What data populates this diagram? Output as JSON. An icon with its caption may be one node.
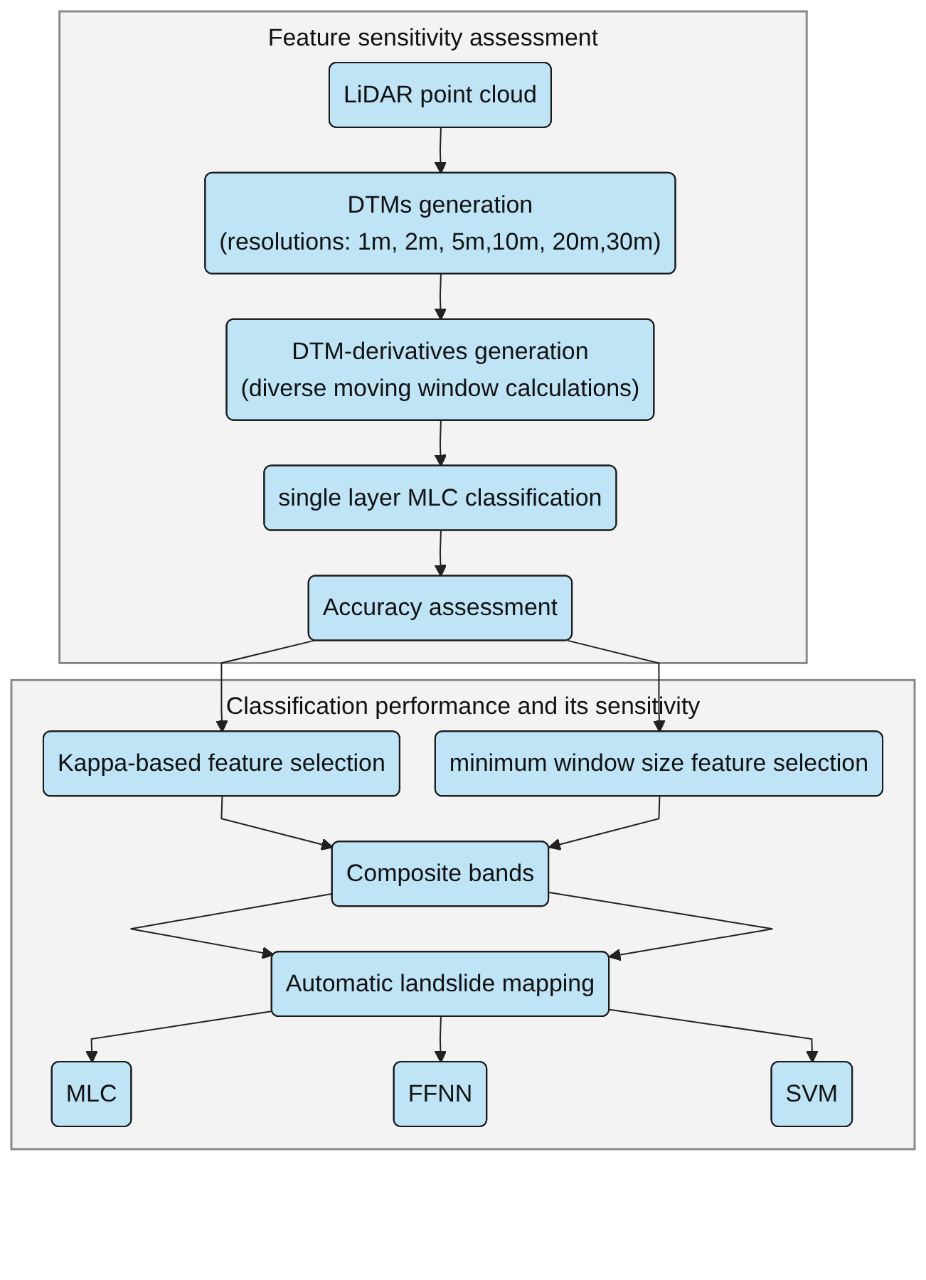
{
  "diagram": {
    "nodes": [
      {
        "text": [
          "Feature sensitivity assessment"
        ]
      },
      {
        "text": [
          "LiDAR point cloud"
        ],
        "in": 0
      },
      {
        "text": [
          "DTMs generation",
          "(resolutions: 1m, 2m, 5m,10m, 20m,30m)"
        ],
        "in": 0
      },
      {
        "text": [
          "DTM-derivatives generation",
          "(diverse moving window calculations)"
        ],
        "in": 0
      },
      {
        "text": [
          "single layer MLC classification"
        ],
        "in": 0
      },
      {
        "text": [
          "Accuracy assessment"
        ],
        "in": 0
      },
      {
        "text": [
          "Classification performance and its sensitivity"
        ]
      },
      {
        "text": [
          "Kappa-based feature selection"
        ],
        "in": 6
      },
      {
        "text": [
          "minimum window size feature selection"
        ],
        "in": 6
      },
      {
        "text": [
          "Composite bands"
        ],
        "in": 6
      },
      {
        "text": [
          "Automatic landslide mapping"
        ],
        "in": 6
      },
      {
        "text": [
          "MLC"
        ],
        "in": 6
      },
      {
        "text": [
          "FFNN"
        ],
        "in": 6
      },
      {
        "text": [
          "SVM"
        ],
        "in": 6
      }
    ],
    "edges": [
      {
        "from": 1,
        "to": 2,
        "arrow": "to"
      },
      {
        "from": 2,
        "to": 3,
        "arrow": "to"
      },
      {
        "from": 3,
        "to": 4,
        "arrow": "to"
      },
      {
        "from": 4,
        "to": 5,
        "arrow": "to"
      },
      {
        "from": 5,
        "to": 7,
        "arrow": "to"
      },
      {
        "from": 5,
        "to": 8,
        "arrow": "to"
      },
      {
        "from": 7,
        "to": 9,
        "arrow": "to"
      },
      {
        "from": 8,
        "to": 9,
        "arrow": "to"
      },
      {
        "from": 9,
        "to": 10,
        "arrow": "to"
      },
      {
        "from": 9,
        "to": 10,
        "arrow": "to"
      },
      {
        "from": 10,
        "to": 11,
        "arrow": "to"
      },
      {
        "from": 10,
        "to": 12,
        "arrow": "to"
      },
      {
        "from": 10,
        "to": 13,
        "arrow": "to"
      }
    ]
  }
}
